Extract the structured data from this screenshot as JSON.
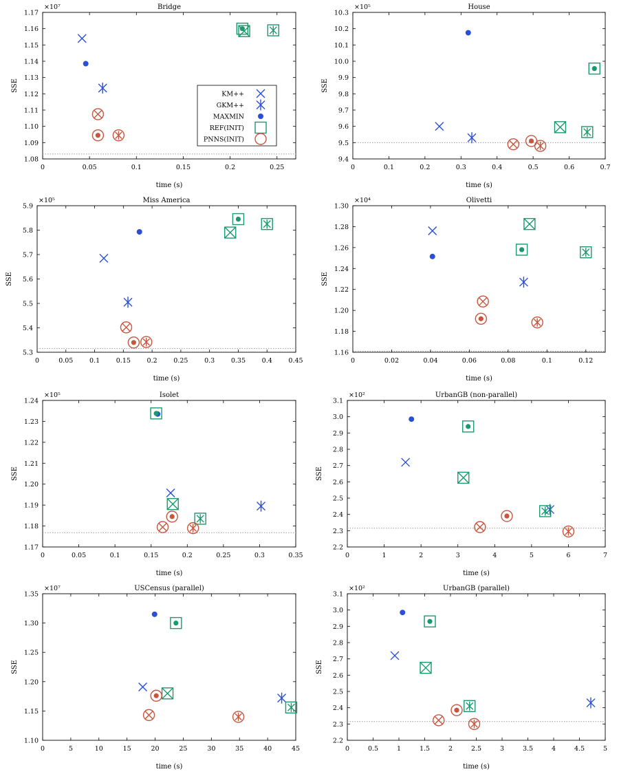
{
  "legend_labels": [
    "KM++",
    "GKM++",
    "MAXMIN",
    "REF(INIT)",
    "PNNS(INIT)"
  ],
  "colors": {
    "blue": "#2a4fd6",
    "green": "#1a9a6c",
    "red": "#c8553d",
    "ref_line": "#9a9a9a"
  },
  "chart_data": [
    {
      "type": "scatter",
      "title": "Bridge",
      "xlabel": "time (s)",
      "ylabel": "SSE",
      "exponent": "×10⁷",
      "xlim": [
        0,
        0.27
      ],
      "ylim": [
        1.08,
        1.17
      ],
      "xticks": [
        0,
        0.05,
        0.1,
        0.15,
        0.2,
        0.25
      ],
      "xtick_labels": [
        "0",
        "0.05",
        "0.1",
        "0.15",
        "0.2",
        "0.25"
      ],
      "yticks": [
        1.08,
        1.09,
        1.1,
        1.11,
        1.12,
        1.13,
        1.14,
        1.15,
        1.16,
        1.17
      ],
      "ytick_labels": [
        "1.08",
        "1.09",
        "1.10",
        "1.11",
        "1.12",
        "1.13",
        "1.14",
        "1.15",
        "1.16",
        "1.17"
      ],
      "reference_y": 1.083,
      "legend": "center-right",
      "series": [
        {
          "name": "KM++",
          "marker": "x",
          "color": "blue",
          "points": [
            [
              0.042,
              1.154
            ]
          ]
        },
        {
          "name": "GKM++",
          "marker": "star",
          "color": "blue",
          "points": [
            [
              0.064,
              1.1235
            ]
          ]
        },
        {
          "name": "MAXMIN",
          "marker": "dot",
          "color": "blue",
          "points": [
            [
              0.046,
              1.1385
            ]
          ]
        },
        {
          "name": "REF(INIT)",
          "markers": [
            "square-dot",
            "square-x",
            "square-star"
          ],
          "color": "green",
          "points": [
            [
              0.213,
              1.16
            ],
            [
              0.215,
              1.1585
            ],
            [
              0.246,
              1.159
            ]
          ]
        },
        {
          "name": "PNNS(INIT)",
          "markers": [
            "circle-x",
            "circle-dot",
            "circle-star"
          ],
          "color": "red",
          "points": [
            [
              0.059,
              1.1075
            ],
            [
              0.059,
              1.0945
            ],
            [
              0.081,
              1.0945
            ]
          ]
        }
      ]
    },
    {
      "type": "scatter",
      "title": "House",
      "xlabel": "time (s)",
      "ylabel": "SSE",
      "exponent": "×10⁵",
      "xlim": [
        0,
        0.7
      ],
      "ylim": [
        9.4,
        10.3
      ],
      "xticks": [
        0,
        0.1,
        0.2,
        0.3,
        0.4,
        0.5,
        0.6,
        0.7
      ],
      "xtick_labels": [
        "0",
        "0.1",
        "0.2",
        "0.3",
        "0.4",
        "0.5",
        "0.6",
        "0.7"
      ],
      "yticks": [
        9.4,
        9.5,
        9.6,
        9.7,
        9.8,
        9.9,
        10.0,
        10.1,
        10.2,
        10.3
      ],
      "ytick_labels": [
        "9.4",
        "9.5",
        "9.6",
        "9.7",
        "9.8",
        "9.9",
        "10.0",
        "10.1",
        "10.2",
        "10.3"
      ],
      "reference_y": 9.5,
      "series": [
        {
          "name": "KM++",
          "marker": "x",
          "color": "blue",
          "points": [
            [
              0.24,
              9.6
            ]
          ]
        },
        {
          "name": "GKM++",
          "marker": "star",
          "color": "blue",
          "points": [
            [
              0.33,
              9.53
            ]
          ]
        },
        {
          "name": "MAXMIN",
          "marker": "dot",
          "color": "blue",
          "points": [
            [
              0.32,
              10.175
            ]
          ]
        },
        {
          "name": "REF(INIT)",
          "markers": [
            "square-dot",
            "square-x",
            "square-star"
          ],
          "color": "green",
          "points": [
            [
              0.67,
              9.955
            ],
            [
              0.575,
              9.595
            ],
            [
              0.65,
              9.565
            ]
          ]
        },
        {
          "name": "PNNS(INIT)",
          "markers": [
            "circle-dot",
            "circle-x",
            "circle-star"
          ],
          "color": "red",
          "points": [
            [
              0.495,
              9.51
            ],
            [
              0.445,
              9.49
            ],
            [
              0.52,
              9.48
            ]
          ]
        }
      ]
    },
    {
      "type": "scatter",
      "title": "Miss America",
      "xlabel": "time (s)",
      "ylabel": "SSE",
      "exponent": "×10⁵",
      "xlim": [
        0,
        0.45
      ],
      "ylim": [
        5.3,
        5.9
      ],
      "xticks": [
        0,
        0.05,
        0.1,
        0.15,
        0.2,
        0.25,
        0.3,
        0.35,
        0.4,
        0.45
      ],
      "xtick_labels": [
        "0",
        "0.05",
        "0.1",
        "0.15",
        "0.2",
        "0.25",
        "0.3",
        "0.35",
        "0.4",
        "0.45"
      ],
      "yticks": [
        5.3,
        5.4,
        5.5,
        5.6,
        5.7,
        5.8,
        5.9
      ],
      "ytick_labels": [
        "5.3",
        "5.4",
        "5.5",
        "5.6",
        "5.7",
        "5.8",
        "5.9"
      ],
      "reference_y": 5.315,
      "series": [
        {
          "name": "KM++",
          "marker": "x",
          "color": "blue",
          "points": [
            [
              0.116,
              5.685
            ]
          ]
        },
        {
          "name": "GKM++",
          "marker": "star",
          "color": "blue",
          "points": [
            [
              0.158,
              5.505
            ]
          ]
        },
        {
          "name": "MAXMIN",
          "marker": "dot",
          "color": "blue",
          "points": [
            [
              0.178,
              5.793
            ]
          ]
        },
        {
          "name": "REF(INIT)",
          "markers": [
            "square-dot",
            "square-x",
            "square-star"
          ],
          "color": "green",
          "points": [
            [
              0.35,
              5.845
            ],
            [
              0.336,
              5.79
            ],
            [
              0.4,
              5.825
            ]
          ]
        },
        {
          "name": "PNNS(INIT)",
          "markers": [
            "circle-x",
            "circle-dot",
            "circle-star"
          ],
          "color": "red",
          "points": [
            [
              0.155,
              5.402
            ],
            [
              0.168,
              5.34
            ],
            [
              0.19,
              5.342
            ]
          ]
        }
      ]
    },
    {
      "type": "scatter",
      "title": "Olivetti",
      "xlabel": "time (s)",
      "ylabel": "SSE",
      "exponent": "×10⁴",
      "xlim": [
        0,
        0.13
      ],
      "ylim": [
        1.16,
        1.3
      ],
      "xticks": [
        0,
        0.02,
        0.04,
        0.06,
        0.08,
        0.1,
        0.12
      ],
      "xtick_labels": [
        "0",
        "0.02",
        "0.04",
        "0.06",
        "0.08",
        "0.1",
        "0.12"
      ],
      "yticks": [
        1.16,
        1.18,
        1.2,
        1.22,
        1.24,
        1.26,
        1.28,
        1.3
      ],
      "ytick_labels": [
        "1.16",
        "1.18",
        "1.20",
        "1.22",
        "1.24",
        "1.26",
        "1.28",
        "1.30"
      ],
      "reference_y": 1.161,
      "series": [
        {
          "name": "KM++",
          "marker": "x",
          "color": "blue",
          "points": [
            [
              0.041,
              1.276
            ]
          ]
        },
        {
          "name": "GKM++",
          "marker": "star",
          "color": "blue",
          "points": [
            [
              0.088,
              1.227
            ]
          ]
        },
        {
          "name": "MAXMIN",
          "marker": "dot",
          "color": "blue",
          "points": [
            [
              0.041,
              1.2515
            ]
          ]
        },
        {
          "name": "REF(INIT)",
          "markers": [
            "square-dot",
            "square-x",
            "square-star"
          ],
          "color": "green",
          "points": [
            [
              0.087,
              1.258
            ],
            [
              0.091,
              1.2825
            ],
            [
              0.12,
              1.2555
            ]
          ]
        },
        {
          "name": "PNNS(INIT)",
          "markers": [
            "circle-x",
            "circle-dot",
            "circle-star"
          ],
          "color": "red",
          "points": [
            [
              0.067,
              1.2085
            ],
            [
              0.066,
              1.192
            ],
            [
              0.095,
              1.1885
            ]
          ]
        }
      ]
    },
    {
      "type": "scatter",
      "title": "Isolet",
      "xlabel": "time (s)",
      "ylabel": "SSE",
      "exponent": "×10⁵",
      "xlim": [
        0,
        0.35
      ],
      "ylim": [
        1.17,
        1.24
      ],
      "xticks": [
        0,
        0.05,
        0.1,
        0.15,
        0.2,
        0.25,
        0.3,
        0.35
      ],
      "xtick_labels": [
        "0",
        "0.05",
        "0.1",
        "0.15",
        "0.2",
        "0.25",
        "0.3",
        "0.35"
      ],
      "yticks": [
        1.17,
        1.18,
        1.19,
        1.2,
        1.21,
        1.22,
        1.23,
        1.24
      ],
      "ytick_labels": [
        "1.17",
        "1.18",
        "1.19",
        "1.20",
        "1.21",
        "1.22",
        "1.23",
        "1.24"
      ],
      "reference_y": 1.1768,
      "series": [
        {
          "name": "KM++",
          "marker": "x",
          "color": "blue",
          "points": [
            [
              0.177,
              1.1958
            ]
          ]
        },
        {
          "name": "GKM++",
          "marker": "star",
          "color": "blue",
          "points": [
            [
              0.302,
              1.1895
            ]
          ]
        },
        {
          "name": "MAXMIN",
          "marker": "dot",
          "color": "blue",
          "points": [
            [
              0.159,
              1.2335
            ]
          ]
        },
        {
          "name": "REF(INIT)",
          "markers": [
            "square-dot",
            "square-x",
            "square-star"
          ],
          "color": "green",
          "points": [
            [
              0.157,
              1.2338
            ],
            [
              0.18,
              1.1905
            ],
            [
              0.218,
              1.1835
            ]
          ]
        },
        {
          "name": "PNNS(INIT)",
          "markers": [
            "circle-dot",
            "circle-x",
            "circle-star"
          ],
          "color": "red",
          "points": [
            [
              0.179,
              1.1845
            ],
            [
              0.166,
              1.1795
            ],
            [
              0.208,
              1.179
            ]
          ]
        }
      ]
    },
    {
      "type": "scatter",
      "title": "UrbanGB (non-parallel)",
      "xlabel": "time (s)",
      "ylabel": "SSE",
      "exponent": "×10²",
      "xlim": [
        0,
        7
      ],
      "ylim": [
        2.2,
        3.1
      ],
      "xticks": [
        0,
        1,
        2,
        3,
        4,
        5,
        6,
        7
      ],
      "xtick_labels": [
        "0",
        "1",
        "2",
        "3",
        "4",
        "5",
        "6",
        "7"
      ],
      "yticks": [
        2.2,
        2.3,
        2.4,
        2.5,
        2.6,
        2.7,
        2.8,
        2.9,
        3.0,
        3.1
      ],
      "ytick_labels": [
        "2.2",
        "2.3",
        "2.4",
        "2.5",
        "2.6",
        "2.7",
        "2.8",
        "2.9",
        "3.0",
        "3.1"
      ],
      "reference_y": 2.315,
      "series": [
        {
          "name": "KM++",
          "marker": "x",
          "color": "blue",
          "points": [
            [
              1.58,
              2.72
            ]
          ]
        },
        {
          "name": "GKM++",
          "marker": "star",
          "color": "blue",
          "points": [
            [
              5.5,
              2.43
            ]
          ]
        },
        {
          "name": "MAXMIN",
          "marker": "dot",
          "color": "blue",
          "points": [
            [
              1.74,
              2.985
            ]
          ]
        },
        {
          "name": "REF(INIT)",
          "markers": [
            "square-dot",
            "square-x",
            "square-star"
          ],
          "color": "green",
          "points": [
            [
              3.28,
              2.94
            ],
            [
              3.15,
              2.625
            ],
            [
              5.37,
              2.42
            ]
          ]
        },
        {
          "name": "PNNS(INIT)",
          "markers": [
            "circle-dot",
            "circle-x",
            "circle-star"
          ],
          "color": "red",
          "points": [
            [
              4.33,
              2.39
            ],
            [
              3.6,
              2.322
            ],
            [
              6.0,
              2.295
            ]
          ]
        }
      ]
    },
    {
      "type": "scatter",
      "title": "USCensus (parallel)",
      "xlabel": "time (s)",
      "ylabel": "SSE",
      "exponent": "×10⁷",
      "xlim": [
        0,
        45
      ],
      "ylim": [
        1.1,
        1.35
      ],
      "xticks": [
        0,
        5,
        10,
        15,
        20,
        25,
        30,
        35,
        40,
        45
      ],
      "xtick_labels": [
        "0",
        "5",
        "10",
        "15",
        "20",
        "25",
        "30",
        "35",
        "40",
        "45"
      ],
      "yticks": [
        1.1,
        1.15,
        1.2,
        1.25,
        1.3,
        1.35
      ],
      "ytick_labels": [
        "1.10",
        "1.15",
        "1.20",
        "1.25",
        "1.30",
        "1.35"
      ],
      "reference_y": null,
      "series": [
        {
          "name": "KM++",
          "marker": "x",
          "color": "blue",
          "points": [
            [
              17.8,
              1.191
            ]
          ]
        },
        {
          "name": "GKM++",
          "marker": "star",
          "color": "blue",
          "points": [
            [
              42.5,
              1.172
            ]
          ]
        },
        {
          "name": "MAXMIN",
          "marker": "dot",
          "color": "blue",
          "points": [
            [
              19.9,
              1.315
            ]
          ]
        },
        {
          "name": "REF(INIT)",
          "markers": [
            "square-dot",
            "square-x",
            "square-star"
          ],
          "color": "green",
          "points": [
            [
              23.7,
              1.3
            ],
            [
              22.2,
              1.18
            ],
            [
              44.2,
              1.156
            ]
          ]
        },
        {
          "name": "PNNS(INIT)",
          "markers": [
            "circle-dot",
            "circle-x",
            "circle-star"
          ],
          "color": "red",
          "points": [
            [
              20.2,
              1.176
            ],
            [
              18.9,
              1.143
            ],
            [
              34.8,
              1.14
            ]
          ]
        }
      ]
    },
    {
      "type": "scatter",
      "title": "UrbanGB (parallel)",
      "xlabel": "time (s)",
      "ylabel": "SSE",
      "exponent": "×10²",
      "xlim": [
        0,
        5
      ],
      "ylim": [
        2.2,
        3.1
      ],
      "xticks": [
        0,
        0.5,
        1,
        1.5,
        2,
        2.5,
        3,
        3.5,
        4,
        4.5,
        5
      ],
      "xtick_labels": [
        "0",
        "0.5",
        "1",
        "1.5",
        "2",
        "2.5",
        "3",
        "3.5",
        "4",
        "4.5",
        "5"
      ],
      "yticks": [
        2.2,
        2.3,
        2.4,
        2.5,
        2.6,
        2.7,
        2.8,
        2.9,
        3.0,
        3.1
      ],
      "ytick_labels": [
        "2.2",
        "2.3",
        "2.4",
        "2.5",
        "2.6",
        "2.7",
        "2.8",
        "2.9",
        "3.0",
        "3.1"
      ],
      "reference_y": 2.315,
      "series": [
        {
          "name": "KM++",
          "marker": "x",
          "color": "blue",
          "points": [
            [
              0.92,
              2.72
            ]
          ]
        },
        {
          "name": "GKM++",
          "marker": "star",
          "color": "blue",
          "points": [
            [
              4.72,
              2.43
            ]
          ]
        },
        {
          "name": "MAXMIN",
          "marker": "dot",
          "color": "blue",
          "points": [
            [
              1.07,
              2.985
            ]
          ]
        },
        {
          "name": "REF(INIT)",
          "markers": [
            "square-dot",
            "square-x",
            "square-star"
          ],
          "color": "green",
          "points": [
            [
              1.6,
              2.93
            ],
            [
              1.52,
              2.645
            ],
            [
              2.37,
              2.41
            ]
          ]
        },
        {
          "name": "PNNS(INIT)",
          "markers": [
            "circle-dot",
            "circle-x",
            "circle-star"
          ],
          "color": "red",
          "points": [
            [
              2.12,
              2.385
            ],
            [
              1.77,
              2.323
            ],
            [
              2.46,
              2.3
            ]
          ]
        }
      ]
    }
  ]
}
